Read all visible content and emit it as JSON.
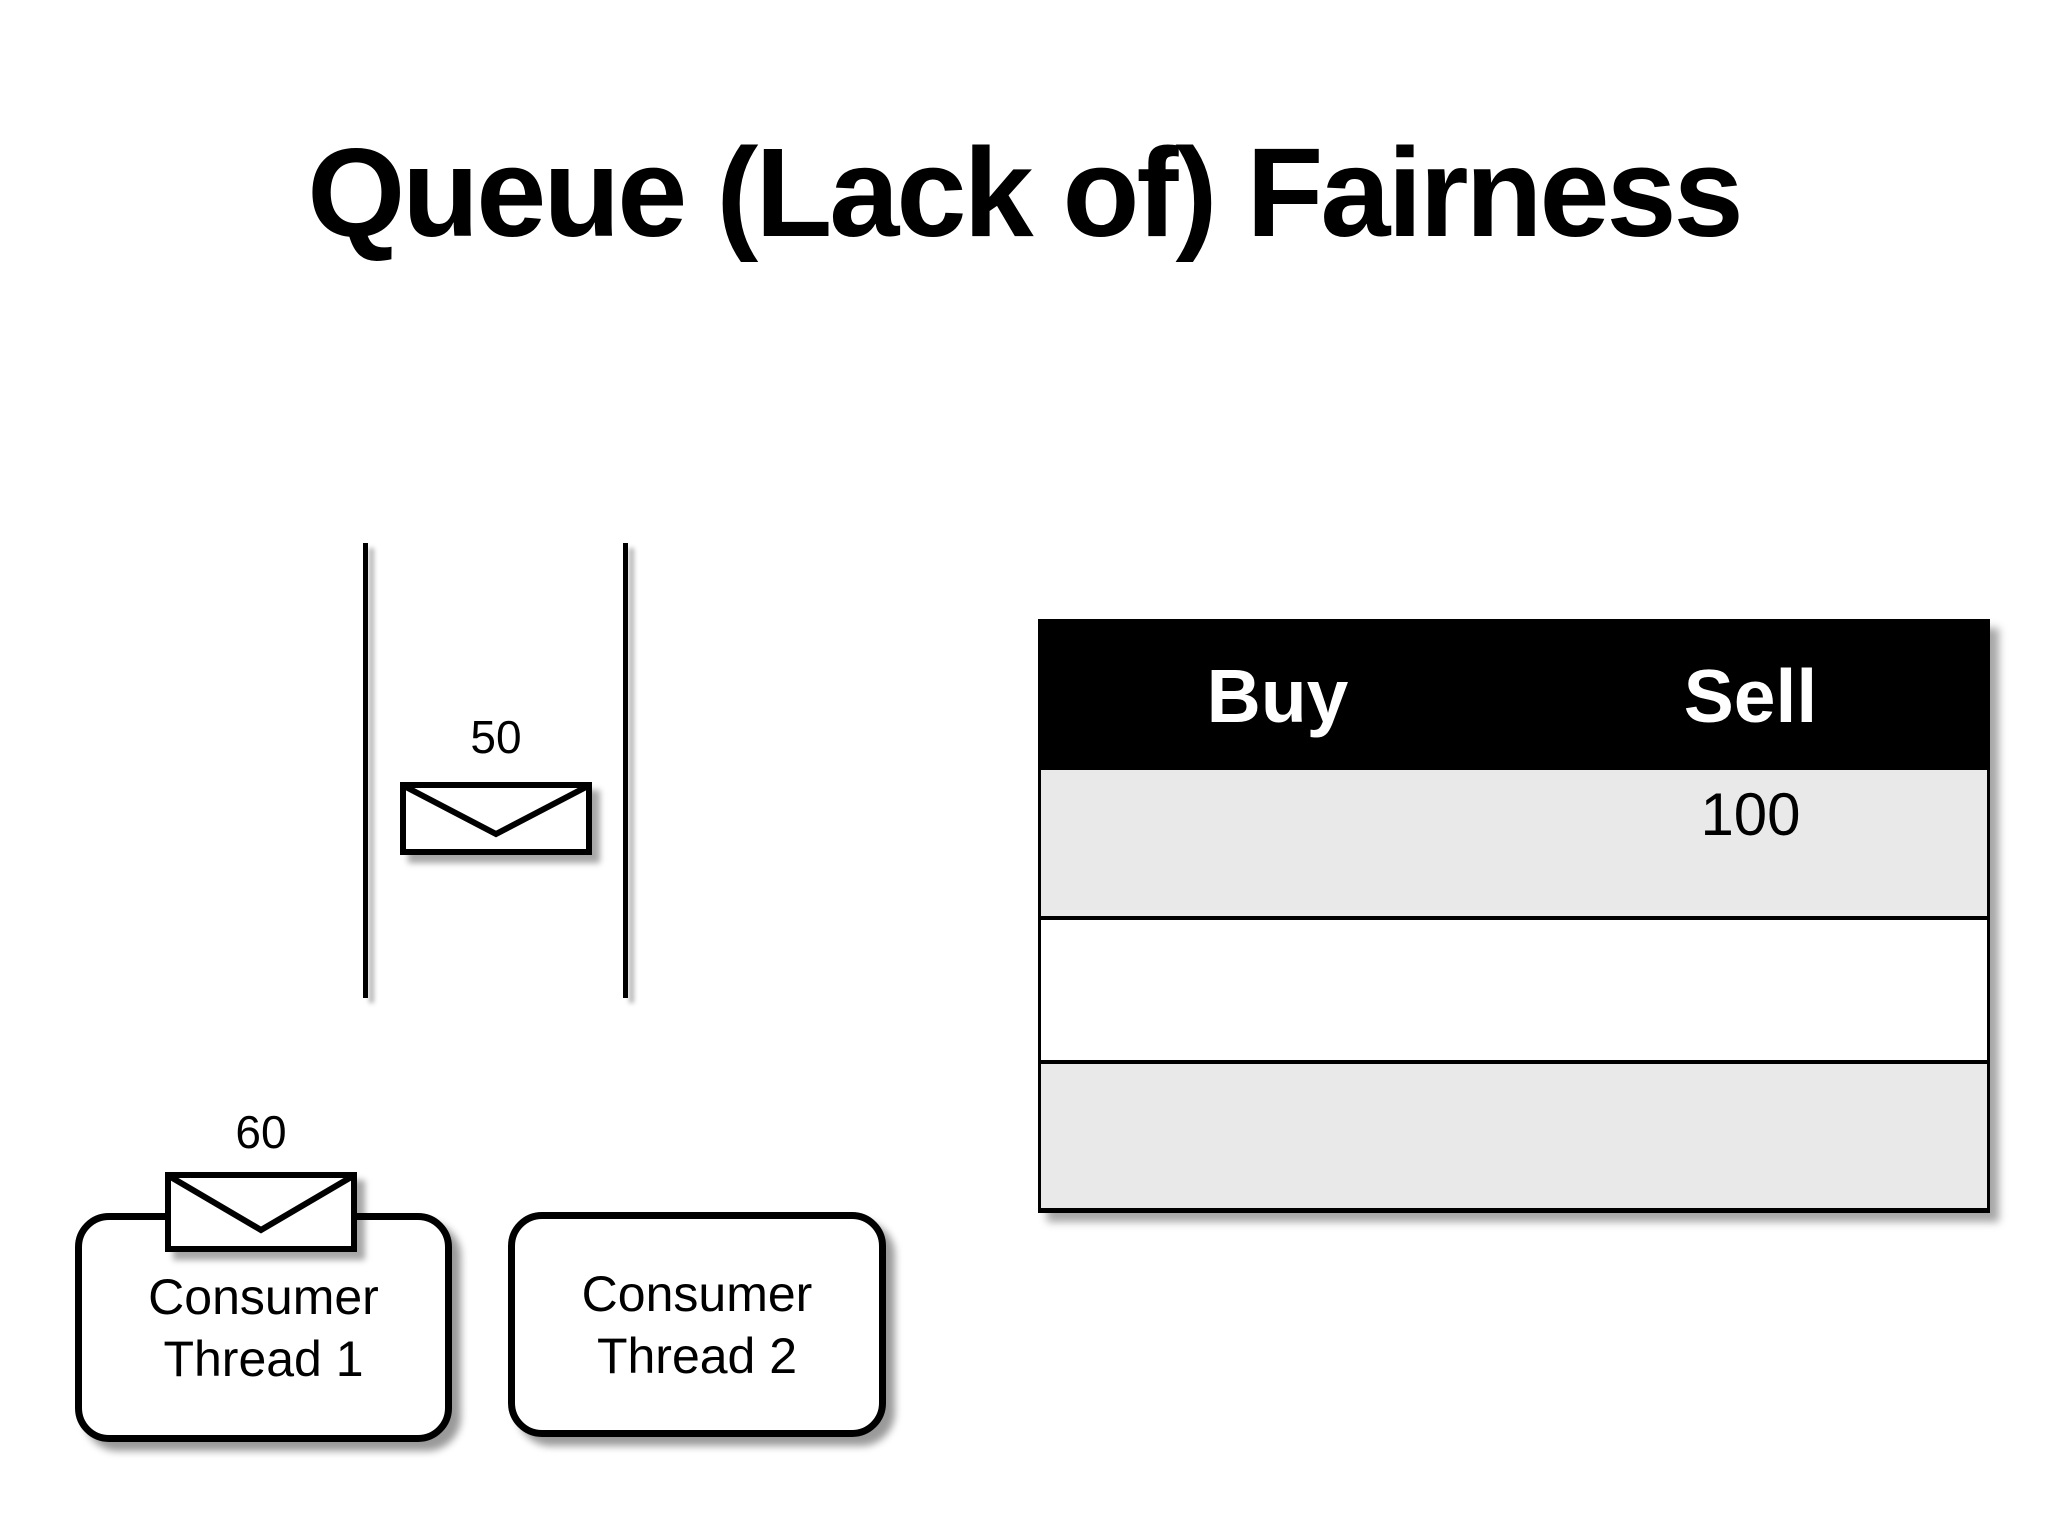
{
  "slide": {
    "title": "Queue (Lack of) Fairness",
    "background_color": "#ffffff",
    "text_color": "#000000"
  },
  "queue": {
    "message": {
      "label": "50",
      "icon": "envelope-icon"
    }
  },
  "consumers": [
    {
      "line1": "Consumer",
      "line2": "Thread 1",
      "message": {
        "label": "60",
        "icon": "envelope-icon"
      }
    },
    {
      "line1": "Consumer",
      "line2": "Thread 2"
    }
  ],
  "table": {
    "headers": [
      "Buy",
      "Sell"
    ],
    "rows": [
      {
        "buy": "",
        "sell": "100"
      },
      {
        "buy": "",
        "sell": ""
      },
      {
        "buy": "",
        "sell": ""
      }
    ],
    "colors": {
      "header_bg": "#000000",
      "header_text": "#ffffff",
      "alt_row_bg": "#e9e9e9",
      "border": "#000000"
    }
  }
}
